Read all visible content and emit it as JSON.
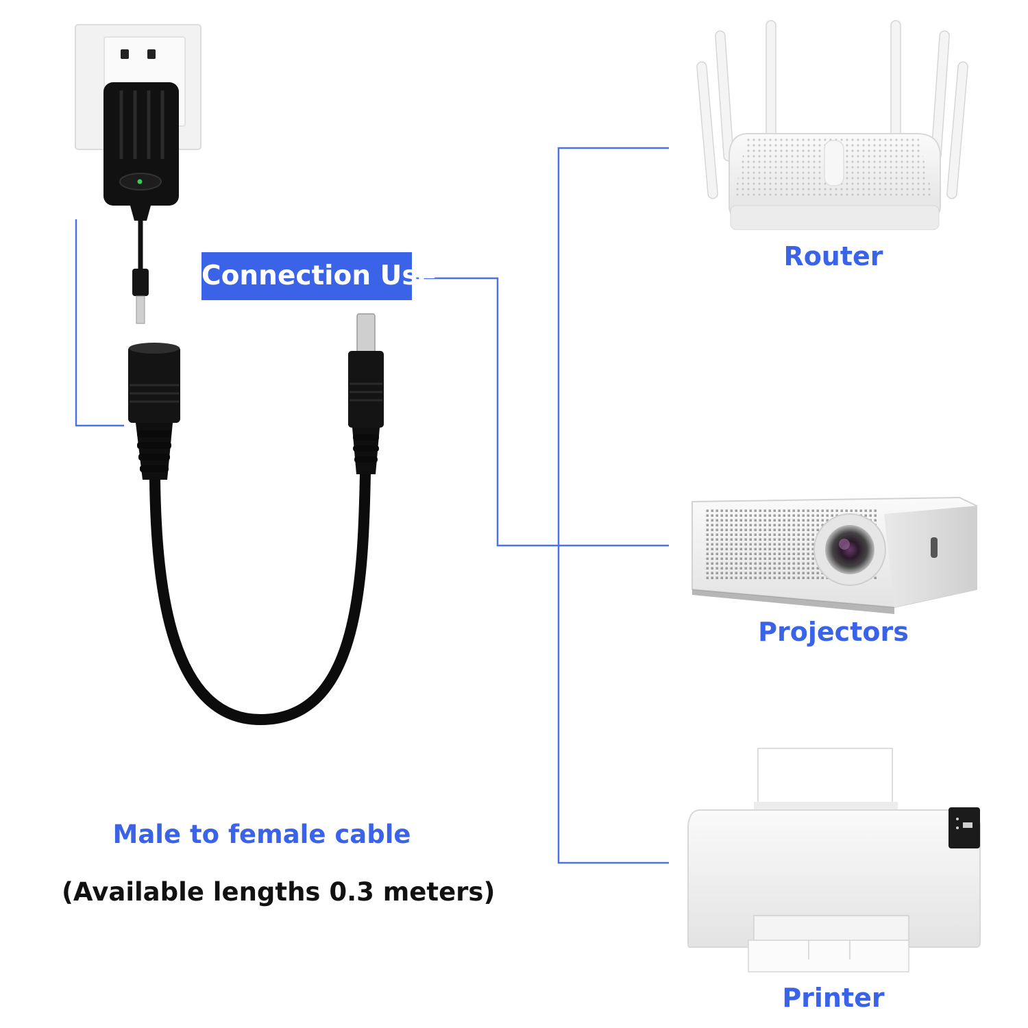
{
  "connection_label": "Connection Use",
  "devices": [
    {
      "name": "Router"
    },
    {
      "name": "Projectors"
    },
    {
      "name": "Printer"
    }
  ],
  "cable": {
    "title": "Male to female cable",
    "lengths_note": "(Available lengths 0.3 meters)"
  },
  "colors": {
    "accent": "#3b63e8",
    "line": "#4a73e6",
    "cable": "#0c0c0c",
    "text": "#111111"
  },
  "icons": [
    "wall-socket-icon",
    "power-adapter-icon",
    "dc-cable-icon",
    "router-icon",
    "projector-icon",
    "printer-icon"
  ]
}
